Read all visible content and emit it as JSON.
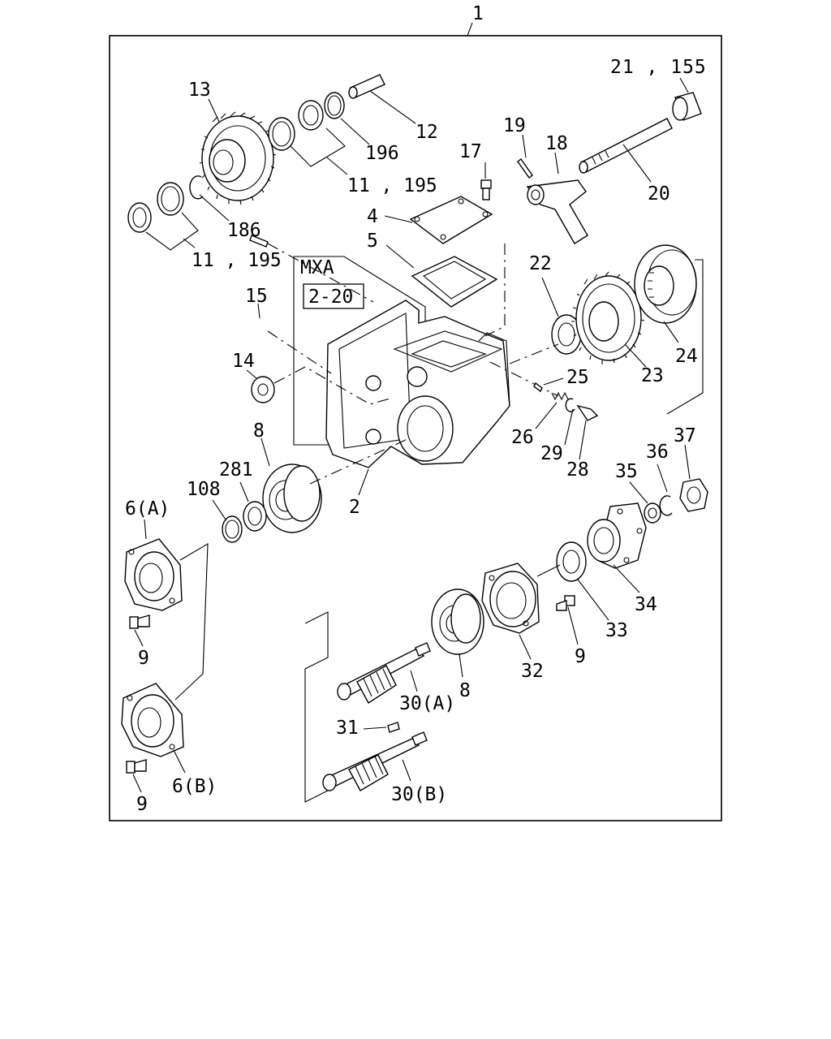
{
  "diagram": {
    "assembly_label": "1",
    "callouts": {
      "c13": "13",
      "c12": "12",
      "c196": "196",
      "c11_195_top": "11 , 195",
      "c186": "186",
      "c11_195_left": "11 , 195",
      "c17": "17",
      "c19": "19",
      "c18": "18",
      "c21_155": "21 , 155",
      "c20": "20",
      "c4": "4",
      "c5": "5",
      "c15": "15",
      "c14": "14",
      "c22": "22",
      "c23": "23",
      "c24": "24",
      "c25": "25",
      "c26": "26",
      "c29": "29",
      "c28": "28",
      "c8_top": "8",
      "c281": "281",
      "c108": "108",
      "c6a": "6(A)",
      "c2": "2",
      "c9_a": "9",
      "c37": "37",
      "c36": "36",
      "c35": "35",
      "c34": "34",
      "c33": "33",
      "c32": "32",
      "c9_b": "9",
      "c8_bottom": "8",
      "c30a": "30(A)",
      "c31": "31",
      "c30b": "30(B)",
      "c6b": "6(B)",
      "c9_c": "9"
    },
    "reference_box": {
      "model": "MXA",
      "page_ref": "2-20"
    }
  }
}
